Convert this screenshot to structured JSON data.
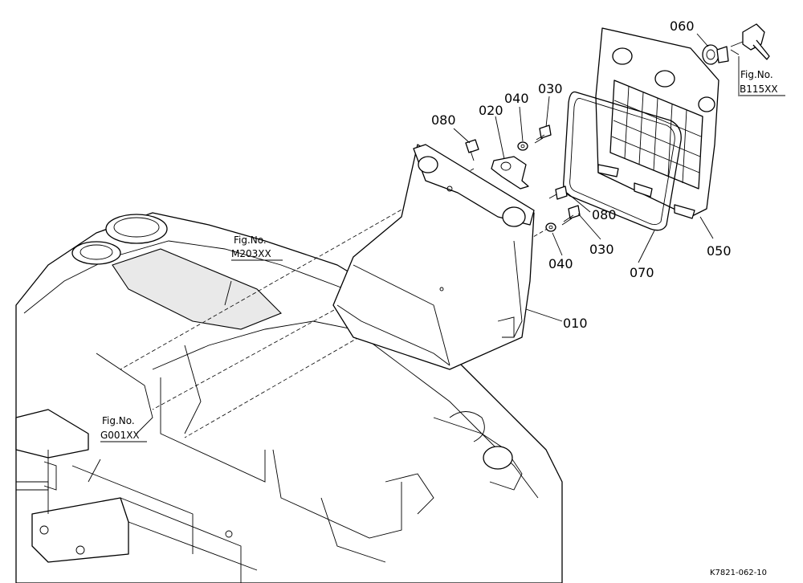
{
  "callouts": {
    "c060": "060",
    "c020": "020",
    "c040_top": "040",
    "c030_top": "030",
    "c080_top": "080",
    "c080_right": "080",
    "c030_right": "030",
    "c040_right": "040",
    "c050": "050",
    "c070": "070",
    "c010": "010"
  },
  "fig_refs": {
    "b115": {
      "label": "Fig.No.",
      "code": "B115XX"
    },
    "m203": {
      "label": "Fig.No.",
      "code": "M203XX"
    },
    "g001": {
      "label": "Fig.No.",
      "code": "G001XX"
    }
  },
  "drawing_code": "K7821-062-10"
}
